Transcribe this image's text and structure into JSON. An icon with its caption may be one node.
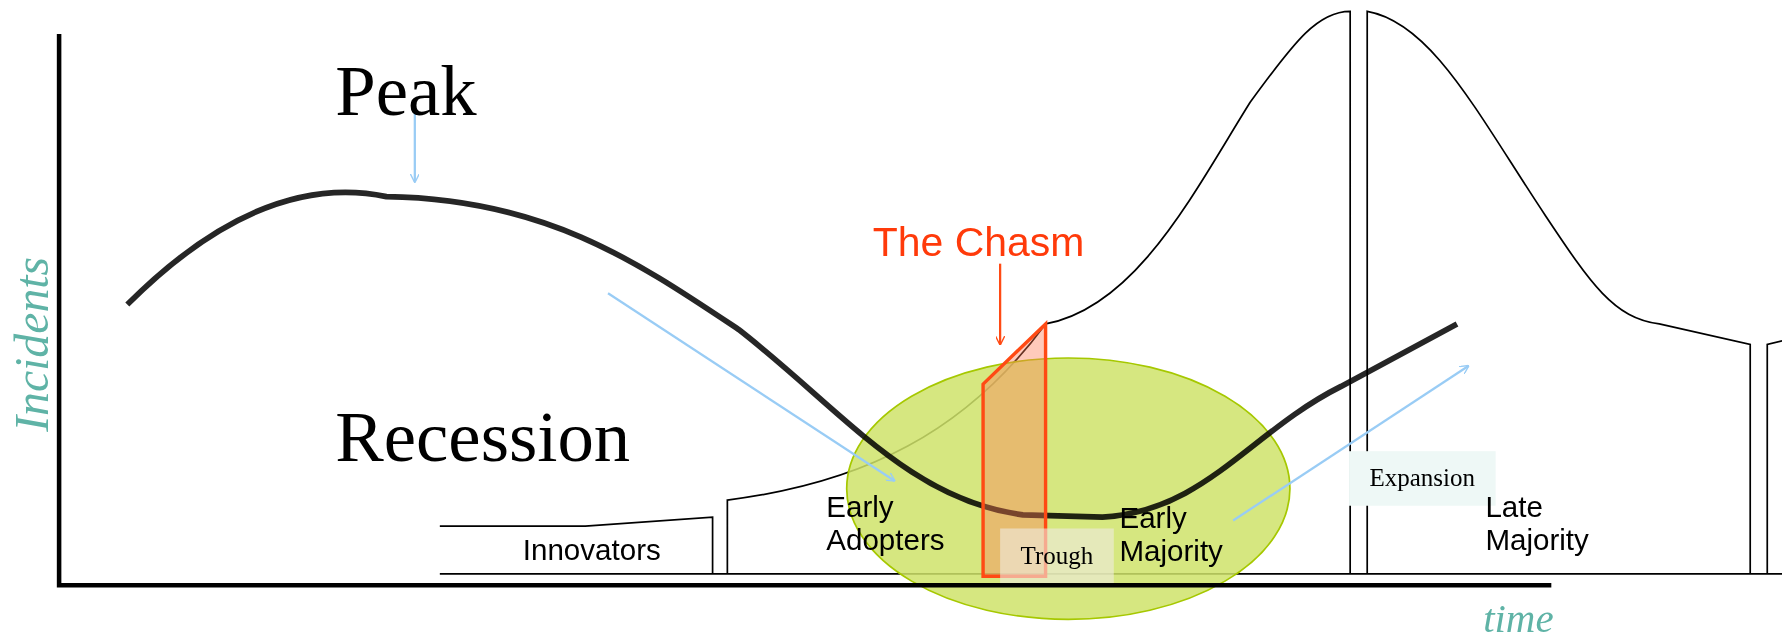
{
  "diagram": {
    "nodes": [
      {
        "text": [
          "Peak"
        ]
      },
      {
        "text": [
          "The Chasm"
        ]
      },
      {
        "text": [],
        "shape": "box"
      }
    ],
    "edges": [
      {
        "from": 0,
        "to": null,
        "arrow": "to",
        "color": "#99ccf5"
      },
      {
        "from": 1,
        "to": 2,
        "arrow": "to",
        "color": "#ff4a14"
      }
    ],
    "labels": [
      "Incidents",
      "Recession",
      "Innovators",
      "Early Adopters",
      "Trough",
      "Early Majority",
      "Expansion",
      "Late Majority",
      "time"
    ]
  }
}
